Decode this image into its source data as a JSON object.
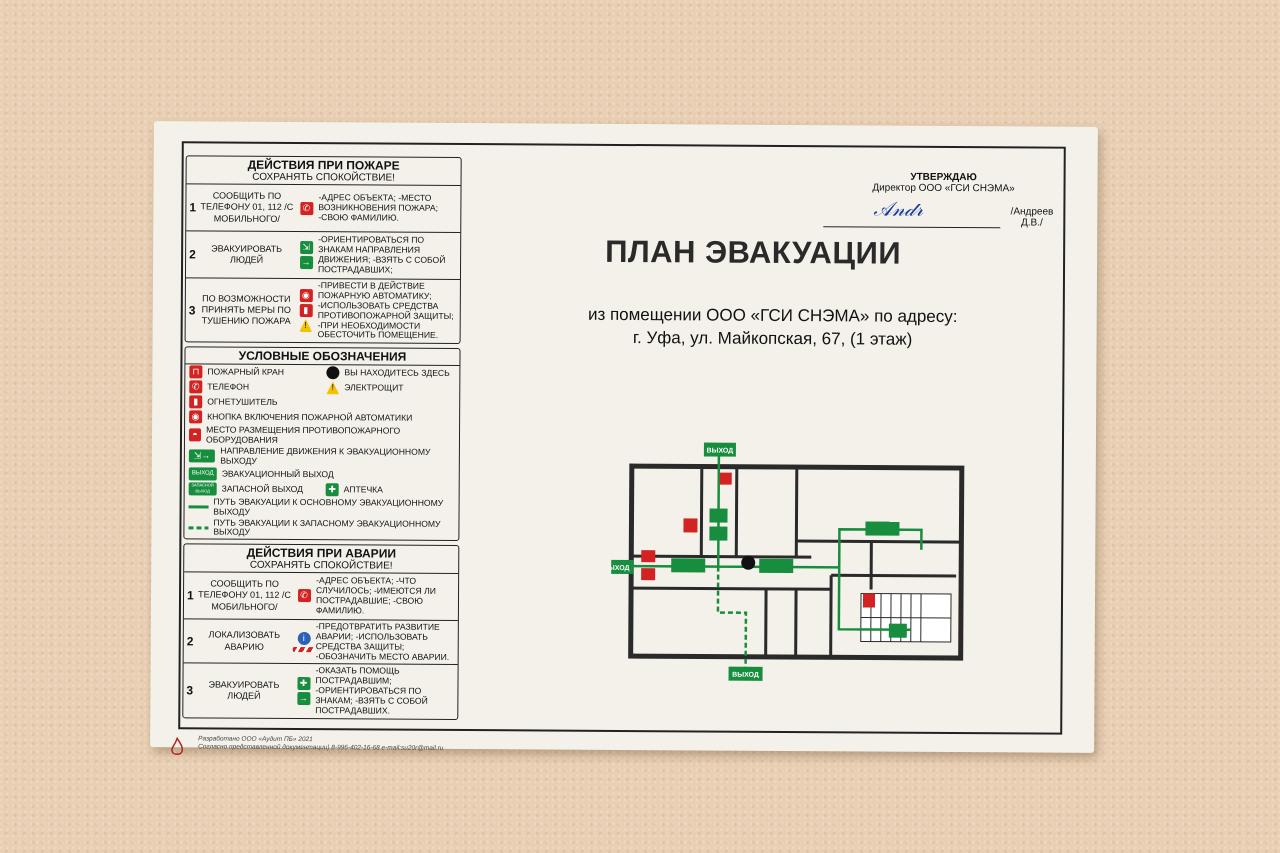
{
  "fire": {
    "title": "ДЕЙСТВИЯ ПРИ ПОЖАРЕ",
    "subtitle": "СОХРАНЯТЬ СПОКОЙСТВИЕ!",
    "steps": [
      {
        "num": "1",
        "left": "СООБЩИТЬ ПО ТЕЛЕФОНУ 01, 112 /С МОБИЛЬНОГО/",
        "right": "-АДРЕС ОБЪЕКТА; -МЕСТО ВОЗНИКНОВЕНИЯ ПОЖАРА; -СВОЮ ФАМИЛИЮ."
      },
      {
        "num": "2",
        "left": "ЭВАКУИРОВАТЬ ЛЮДЕЙ",
        "right": "-ОРИЕНТИРОВАТЬСЯ ПО ЗНАКАМ НАПРАВЛЕНИЯ ДВИЖЕНИЯ; -ВЗЯТЬ С СОБОЙ ПОСТРАДАВШИХ;"
      },
      {
        "num": "3",
        "left": "ПО ВОЗМОЖНОСТИ ПРИНЯТЬ МЕРЫ ПО ТУШЕНИЮ ПОЖАРА",
        "right": "-ПРИВЕСТИ В ДЕЙСТВИЕ ПОЖАРНУЮ АВТОМАТИКУ; -ИСПОЛЬЗОВАТЬ СРЕДСТВА ПРОТИВОПОЖАРНОЙ ЗАЩИТЫ; -ПРИ НЕОБХОДИМОСТИ ОБЕСТОЧИТЬ ПОМЕЩЕНИЕ."
      }
    ]
  },
  "legend": {
    "title": "УСЛОВНЫЕ ОБОЗНАЧЕНИЯ",
    "hydrant": "ПОЖАРНЫЙ КРАН",
    "you_are_here": "ВЫ НАХОДИТЕСЬ ЗДЕСЬ",
    "phone": "ТЕЛЕФОН",
    "electrical": "ЭЛЕКТРОЩИТ",
    "extinguisher": "ОГНЕТУШИТЕЛЬ",
    "alarm_button": "КНОПКА ВКЛЮЧЕНИЯ ПОЖАРНОЙ АВТОМАТИКИ",
    "equipment": "МЕСТО РАЗМЕЩЕНИЯ ПРОТИВОПОЖАРНОГО ОБОРУДОВАНИЯ",
    "direction": "НАПРАВЛЕНИЕ ДВИЖЕНИЯ К ЭВАКУАЦИОННОМУ ВЫХОДУ",
    "exit": "ЭВАКУАЦИОННЫЙ ВЫХОД",
    "spare_exit": "ЗАПАСНОЙ ВЫХОД",
    "first_aid": "АПТЕЧКА",
    "main_path": "ПУТЬ ЭВАКУАЦИИ К ОСНОВНОМУ ЭВАКУАЦИОННОМУ ВЫХОДУ",
    "spare_path": "ПУТЬ ЭВАКУАЦИИ К ЗАПАСНОМУ ЭВАКУАЦИОННОМУ ВЫХОДУ",
    "exit_sign": "ВЫХОД",
    "spare_sign": "ЗАПАСНОЙ ВЫХОД"
  },
  "accident": {
    "title": "ДЕЙСТВИЯ ПРИ АВАРИИ",
    "subtitle": "СОХРАНЯТЬ СПОКОЙСТВИЕ!",
    "steps": [
      {
        "num": "1",
        "left": "СООБЩИТЬ ПО ТЕЛЕФОНУ 01, 112 /С МОБИЛЬНОГО/",
        "right": "-АДРЕС ОБЪЕКТА; -ЧТО СЛУЧИЛОСЬ; -ИМЕЮТСЯ ЛИ ПОСТРАДАВШИЕ; -СВОЮ ФАМИЛИЮ."
      },
      {
        "num": "2",
        "left": "ЛОКАЛИЗОВАТЬ АВАРИЮ",
        "right": "-ПРЕДОТВРАТИТЬ РАЗВИТИЕ АВАРИИ; -ИСПОЛЬЗОВАТЬ СРЕДСТВА ЗАЩИТЫ; -ОБОЗНАЧИТЬ МЕСТО АВАРИИ."
      },
      {
        "num": "3",
        "left": "ЭВАКУИРОВАТЬ ЛЮДЕЙ",
        "right": "-ОКАЗАТЬ ПОМОЩЬ ПОСТРАДАВШИМ; -ОРИЕНТИРОВАТЬСЯ ПО ЗНАКАМ; -ВЗЯТЬ С СОБОЙ ПОСТРАДАВШИХ."
      }
    ]
  },
  "approval": {
    "heading": "УТВЕРЖДАЮ",
    "position": "Директор ООО «ГСИ СНЭМА»",
    "name": "/Андреев Д.В./"
  },
  "main": {
    "title": "ПЛАН ЭВАКУАЦИИ",
    "line1": "из помещении ООО «ГСИ СНЭМА» по адресу:",
    "line2": "г. Уфа, ул. Майкопская, 67, (1 этаж)"
  },
  "plan": {
    "exit_label": "ВЫХОД"
  },
  "footer": {
    "line1": "Разработано ООО «Аудит ПБ» 2021",
    "line2": "Согласно представленной документации) 8-996-402-16-68 e-mail:su20r@mail.ru"
  },
  "colors": {
    "sign_green": "#178d3e",
    "sign_red": "#d32222",
    "board": "#f3f1ea",
    "wall": "#e9cfb3"
  }
}
